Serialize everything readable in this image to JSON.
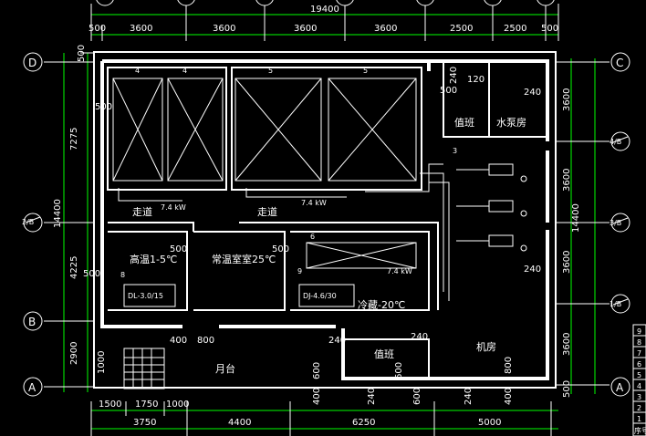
{
  "top_dims": {
    "total": "19400",
    "segments": [
      "500",
      "3600",
      "3600",
      "3600",
      "3600",
      "2500",
      "2500",
      "500"
    ]
  },
  "bottom_dims": {
    "row1": [
      "1500",
      "1750",
      "1000"
    ],
    "row2": [
      "3750",
      "4400",
      "6250",
      "5000"
    ]
  },
  "left_dims": {
    "total": "14400",
    "segments": [
      "500",
      "7275",
      "500",
      "4225",
      "2900",
      "1000"
    ]
  },
  "right_dims": {
    "total": "14400",
    "segments": [
      "3600",
      "3600",
      "3600",
      "3600",
      "500"
    ]
  },
  "axes": {
    "left": [
      "D",
      "2/B",
      "B",
      "A"
    ],
    "right": [
      "C",
      "4/B",
      "3/B",
      "1/B",
      "A"
    ]
  },
  "rooms": {
    "corridor_left": "走道",
    "corridor_mid": "走道",
    "cold_store_a": "高温1-5℃",
    "cold_store_b": "常温室室25℃",
    "cold_store_c": "冷藏-20℃",
    "room_top_1": "值班",
    "room_top_2": "水泵房",
    "office": "值班",
    "machine_room": "机房",
    "platform": "月台"
  },
  "equipment": {
    "unit_a": "DL-3.0/15",
    "unit_b": "DJ-4.6/30",
    "pipe_1": "7.4 kW",
    "pipe_2": "7.4 kW",
    "pipe_3": "7.4 kW"
  },
  "interior_dims": {
    "d500a": "500",
    "d500b": "500",
    "d500c": "500",
    "d500d": "500",
    "d240a": "240",
    "d240b": "240",
    "d240c": "240",
    "d240d": "240",
    "d240e": "240",
    "d240f": "240",
    "d240g": "240",
    "d120": "120",
    "d400a": "400",
    "d400b": "400",
    "d400c": "400",
    "d800a": "800",
    "d800b": "800",
    "d600a": "600",
    "d600b": "600",
    "d600c": "600",
    "d1000": "1000"
  },
  "markers": [
    "4",
    "4",
    "5",
    "5",
    "6",
    "8",
    "9",
    "3"
  ],
  "legend_rows": [
    "9",
    "8",
    "7",
    "6",
    "5",
    "4",
    "3",
    "2",
    "1",
    "序号"
  ]
}
